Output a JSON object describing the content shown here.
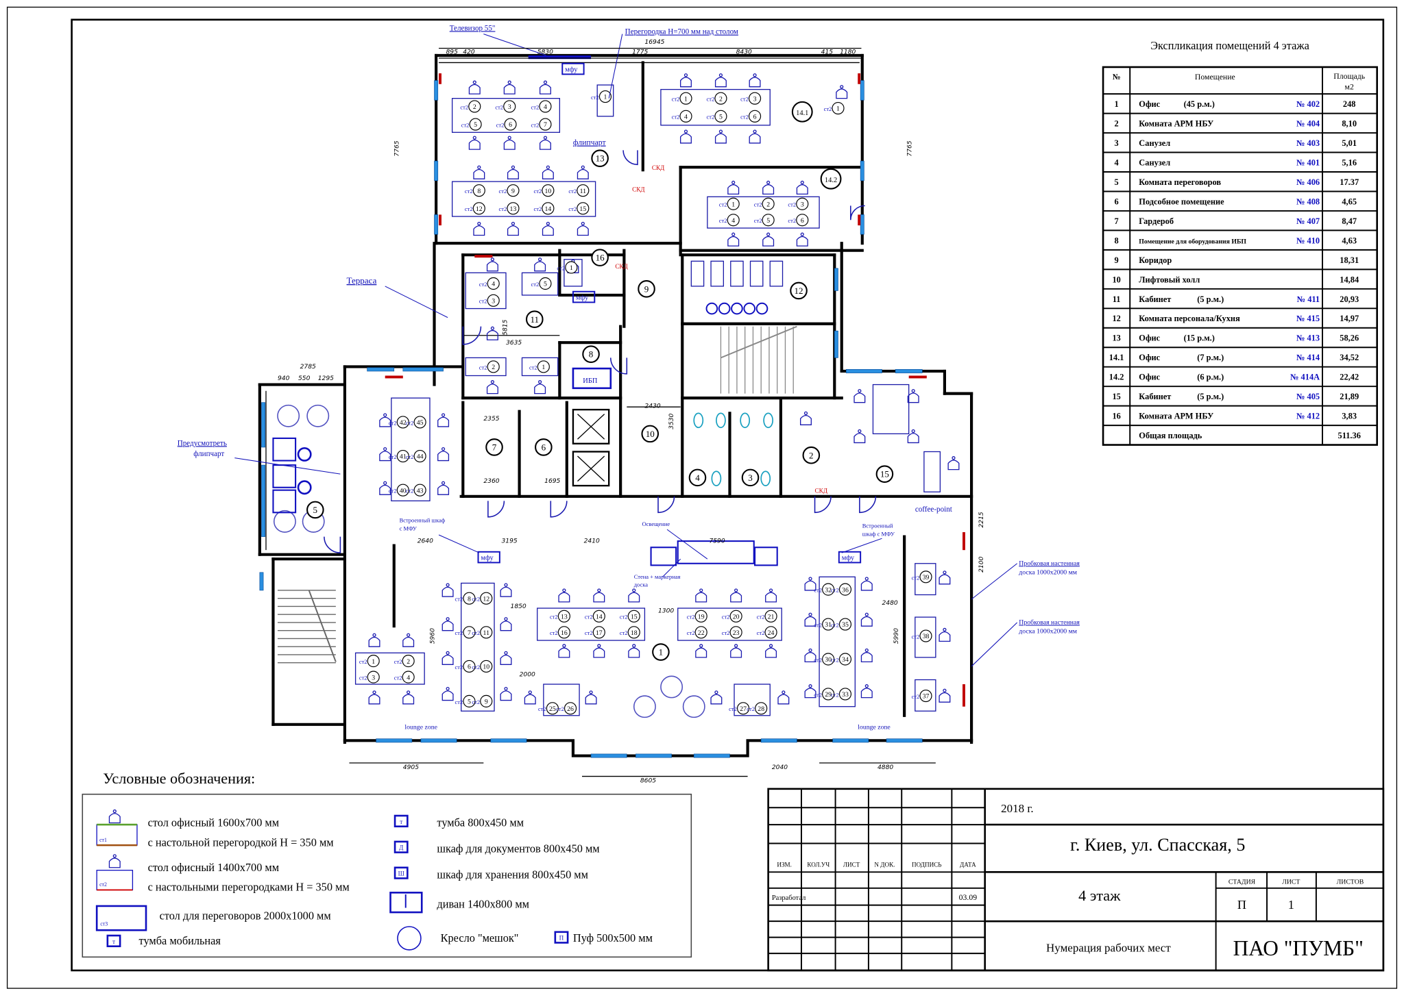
{
  "explication": {
    "title": "Экспликация помещений 4 этажа",
    "headers": {
      "no": "№",
      "room": "Помещение",
      "area_line1": "Площадь",
      "area_line2": "м2"
    },
    "rows": [
      {
        "no": "1",
        "name": "Офис",
        "note": "(45 р.м.)",
        "code": "№ 402",
        "area": "248"
      },
      {
        "no": "2",
        "name": "Комната АРМ НБУ",
        "note": "",
        "code": "№ 404",
        "area": "8,10"
      },
      {
        "no": "3",
        "name": "Санузел",
        "note": "",
        "code": "№ 403",
        "area": "5,01"
      },
      {
        "no": "4",
        "name": "Санузел",
        "note": "",
        "code": "№ 401",
        "area": "5,16"
      },
      {
        "no": "5",
        "name": "Комната переговоров",
        "note": "",
        "code": "№ 406",
        "area": "17.37"
      },
      {
        "no": "6",
        "name": "Подсобное помещение",
        "note": "",
        "code": "№ 408",
        "area": "4,65"
      },
      {
        "no": "7",
        "name": "Гардероб",
        "note": "",
        "code": "№ 407",
        "area": "8,47"
      },
      {
        "no": "8",
        "name": "Помещение для оборудования ИБП",
        "note": "",
        "code": "№ 410",
        "area": "4,63"
      },
      {
        "no": "9",
        "name": "Коридор",
        "note": "",
        "code": "",
        "area": "18,31"
      },
      {
        "no": "10",
        "name": "Лифтовый холл",
        "note": "",
        "code": "",
        "area": "14,84"
      },
      {
        "no": "11",
        "name": "Кабинет",
        "note": "(5 р.м.)",
        "code": "№ 411",
        "area": "20,93"
      },
      {
        "no": "12",
        "name": "Комната персонала/Кухня",
        "note": "",
        "code": "№ 415",
        "area": "14,97"
      },
      {
        "no": "13",
        "name": "Офис",
        "note": "(15 р.м.)",
        "code": "№ 413",
        "area": "58,26"
      },
      {
        "no": "14.1",
        "name": "Офис",
        "note": "(7 р.м.)",
        "code": "№ 414",
        "area": "34,52"
      },
      {
        "no": "14.2",
        "name": "Офис",
        "note": "(6 р.м.)",
        "code": "№ 414А",
        "area": "22,42"
      },
      {
        "no": "15",
        "name": "Кабинет",
        "note": "(5 р.м.)",
        "code": "№ 405",
        "area": "21,89"
      },
      {
        "no": "16",
        "name": "Комната АРМ НБУ",
        "note": "",
        "code": "№ 412",
        "area": "3,83"
      },
      {
        "no": "",
        "name": "Общая площадь",
        "note": "",
        "code": "",
        "area": "511.36"
      }
    ]
  },
  "plan": {
    "room_numbers": [
      "1",
      "2",
      "3",
      "4",
      "5",
      "6",
      "7",
      "8",
      "9",
      "10",
      "11",
      "12",
      "13",
      "14.1",
      "14.2",
      "15",
      "16"
    ],
    "annotations": {
      "tv": "Телевизор 55\"",
      "partition": "Перегородка Н=700 мм над столом",
      "terrace": "Терраса",
      "flipchart_provide_1": "Предусмотреть",
      "flipchart_provide_2": "флипчарт",
      "flipchart": "флипчарт",
      "cabinet_mfu_left_1": "Встроенный шкаф",
      "cabinet_mfu_left_2": "с МФУ",
      "lighting": "Освещение",
      "wall_board_1": "Стена + маркерная",
      "wall_board_2": "доска",
      "cabinet_mfu_right_1": "Встроенный",
      "cabinet_mfu_right_2": "шкаф с МФУ",
      "coffee": "coffee-point",
      "cork_board_1a": "Пробковая настенная",
      "cork_board_1b": "доска 1000х2000 мм",
      "cork_board_2a": "Пробковая настенная",
      "cork_board_2b": "доска 1000х2000 мм",
      "lounge_left": "lounge zone",
      "lounge_right": "lounge zone",
      "ups": "ИБП",
      "mfu": "мфу",
      "skd": "СКД"
    },
    "dimensions": [
      "16945",
      "895",
      "420",
      "5830",
      "1775",
      "8430",
      "415",
      "1180",
      "7765",
      "7765",
      "2785",
      "940",
      "550",
      "1295",
      "4905",
      "8605",
      "4880",
      "2040",
      "5815",
      "3635",
      "2430",
      "3530",
      "2355",
      "2360",
      "1695",
      "2640",
      "3195",
      "2410",
      "7590",
      "2480",
      "1850",
      "1300",
      "2000",
      "5960",
      "5990",
      "2100",
      "2215"
    ],
    "seats": {
      "room1": [
        "1",
        "2",
        "3",
        "4",
        "5",
        "6",
        "7",
        "8",
        "9",
        "10",
        "11",
        "12",
        "13",
        "14",
        "15",
        "16",
        "17",
        "18",
        "19",
        "20",
        "21",
        "22",
        "23",
        "24",
        "25",
        "26",
        "27",
        "28",
        "29",
        "30",
        "31",
        "32",
        "33",
        "34",
        "35",
        "36",
        "37",
        "38",
        "39",
        "40",
        "41",
        "42",
        "43",
        "44",
        "45"
      ],
      "room13": [
        "1",
        "2",
        "3",
        "4",
        "5",
        "6",
        "7",
        "8",
        "9",
        "10",
        "11",
        "12",
        "13",
        "14",
        "15"
      ],
      "room14_1": [
        "1",
        "2",
        "3",
        "4",
        "5",
        "6",
        "1"
      ],
      "room14_2": [
        "1",
        "2",
        "3",
        "4",
        "5",
        "6"
      ],
      "room11": [
        "1",
        "2",
        "3",
        "4",
        "5"
      ],
      "room16": [
        "1"
      ]
    },
    "desk_type_label": "ст2"
  },
  "legend": {
    "title": "Условные обозначения:",
    "items": {
      "desk1_code": "ст1",
      "desk1_line1": "стол офисный 1600х700 мм",
      "desk1_line2": "с настольной перегородкой Н = 350 мм",
      "desk2_code": "ст2",
      "desk2_line1": "стол офисный 1400х700 мм",
      "desk2_line2": "с настольными перегородками Н = 350 мм",
      "desk3_code": "ст3",
      "desk3_text": "стол для переговоров  2000х1000 мм",
      "mobile_pedestal_icon": "т",
      "mobile_pedestal": "тумба мобильная",
      "pedestal_icon": "т",
      "pedestal": "тумба 800х450 мм",
      "doc_cabinet_icon": "Д",
      "doc_cabinet": "шкаф для документов 800х450 мм",
      "storage_icon": "Ш",
      "storage": "шкаф для хранения 800х450 мм",
      "sofa": "диван 1400х800 мм",
      "beanbag": "Кресло \"мешок\"",
      "pouf_icon": "П",
      "pouf": "Пуф 500х500 мм"
    }
  },
  "title_block": {
    "headers": [
      "ИЗМ.",
      "КОЛ.УЧ",
      "ЛИСТ",
      "N ДОК.",
      "ПОДПИСЬ",
      "ДАТА"
    ],
    "developed_label": "Разработал",
    "date": "03.09",
    "year": "2018 г.",
    "address": "г. Киев, ул. Спасская, 5",
    "floor": "4 этаж",
    "stage_headers": [
      "СТАДИЯ",
      "ЛИСТ",
      "ЛИСТОВ"
    ],
    "stage": "П",
    "sheet": "1",
    "sheet_title": "Нумерация рабочих мест",
    "company": "ПАО \"ПУМБ\""
  },
  "colors": {
    "furniture": "#1a1aa8",
    "window": "#2a8fe0",
    "partition_red": "#c00000",
    "desk1_top": "#5aa02c"
  }
}
